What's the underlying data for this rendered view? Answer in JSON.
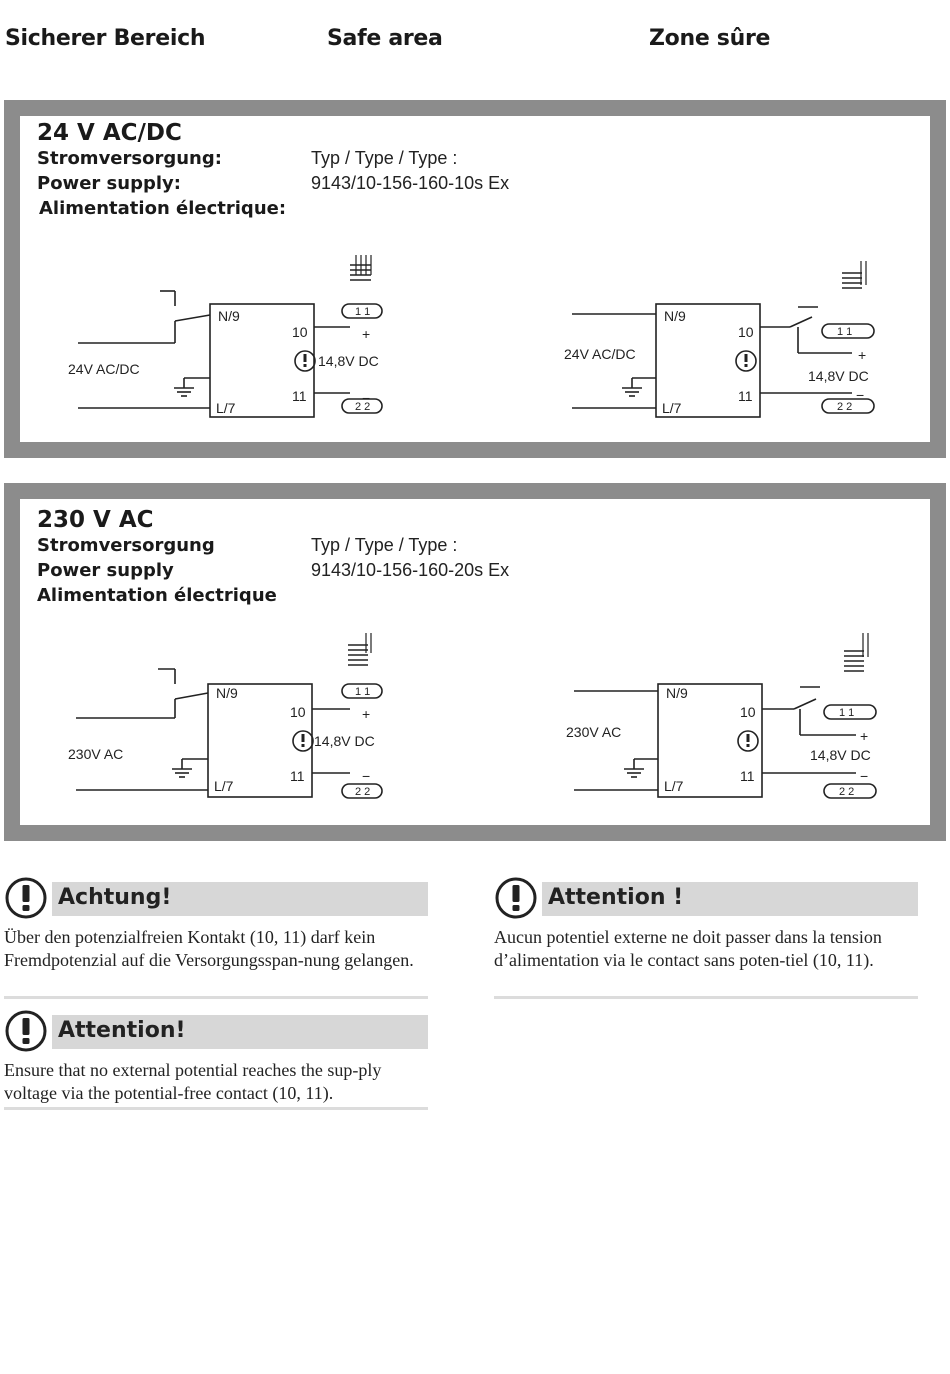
{
  "header": {
    "de": "Sicherer Bereich",
    "en": "Safe area",
    "fr": "Zone sûre"
  },
  "sections": [
    {
      "title": "24 V AC/DC",
      "label_de": "Stromversorgung:",
      "label_en": "Power supply:",
      "label_fr": "Alimentation électrique:",
      "type_label": "Typ / Type / Type :",
      "type_value": "9143/10-156-160-10s Ex",
      "supply_label": "24V AC/DC"
    },
    {
      "title": "230 V AC",
      "label_de": "Stromversorgung",
      "label_en": "Power supply",
      "label_fr": "Alimentation électrique",
      "type_label": "Typ / Type / Type :",
      "type_value": "9143/10-156-160-20s Ex",
      "supply_label": "230V AC"
    }
  ],
  "diagram_labels": {
    "n9": "N/9",
    "l7": "L/7",
    "t10": "10",
    "t11": "11",
    "dc": "14,8V DC",
    "plus": "+",
    "minus": "−",
    "c1": "1 1",
    "c2": "2 2"
  },
  "warnings": [
    {
      "title": "Achtung!",
      "text": "Über den potenzialfreien Kontakt (10, 11) darf kein Fremdpotenzial auf die Versorgungsspan-nung gelangen.",
      "icon": "exclamation-circle-icon"
    },
    {
      "title": "Attention!",
      "text": "Ensure that no external potential reaches the sup-ply voltage via the potential-free contact (10, 11).",
      "icon": "exclamation-circle-icon"
    },
    {
      "title": "Attention !",
      "text": "Aucun potentiel externe ne doit passer dans la tension d’alimentation via le contact sans poten-tiel (10, 11).",
      "icon": "exclamation-circle-icon"
    }
  ],
  "colors": {
    "panel_border": "#8c8c8c",
    "warning_bar": "#d7d7d7",
    "text": "#1a1a1a"
  }
}
